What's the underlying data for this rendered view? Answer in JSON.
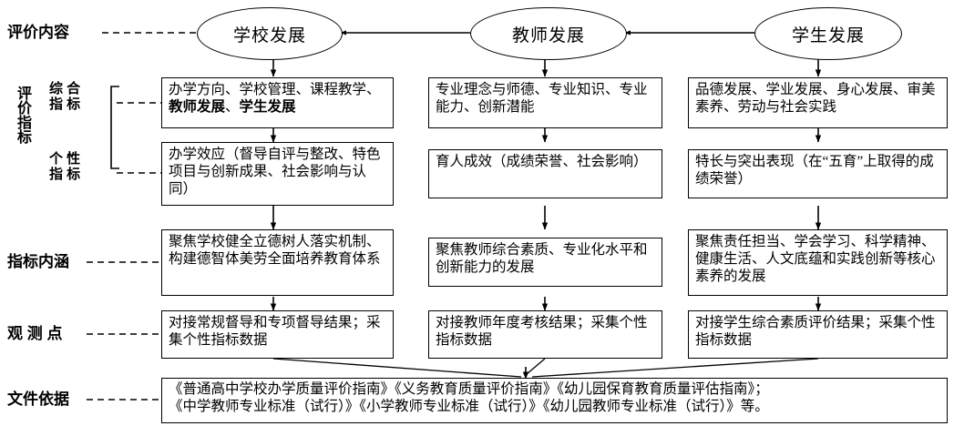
{
  "diagram": {
    "title_row_labels": {
      "content": "评价内容",
      "indicators": "评价指标",
      "indicators_comprehensive": "综合\n指标",
      "indicators_individual": "个性\n指标",
      "connotation": "指标内涵",
      "observation": "观 测 点",
      "documents": "文件依据"
    },
    "columns": [
      {
        "key": "school",
        "header": "学校发展",
        "comprehensive": "办学方向、学校管理、课程教学、",
        "comprehensive_bold_1": "教师发展",
        "comprehensive_sep": "、",
        "comprehensive_bold_2": "学生发展",
        "individual": "办学效应（督导自评与整改、特色项目与创新成果、社会影响与认同）",
        "connotation": "聚焦学校健全立德树人落实机制、构建德智体美劳全面培养教育体系",
        "observation": "对接常规督导和专项督导结果；采集个性指标数据"
      },
      {
        "key": "teacher",
        "header": "教师发展",
        "comprehensive": "专业理念与师德、专业知识、专业能力、创新潜能",
        "individual": "育人成效（成绩荣誉、社会影响）",
        "connotation": "聚焦教师综合素质、专业化水平和创新能力的发展",
        "observation": "对接教师年度考核结果；采集个性指标数据"
      },
      {
        "key": "student",
        "header": "学生发展",
        "comprehensive": "品德发展、学业发展、身心发展、审美素养、劳动与社会实践",
        "individual": "特长与突出表现（在“五育”上取得的成绩荣誉）",
        "connotation": "聚焦责任担当、学会学习、科学精神、健康生活、人文底蕴和实践创新等核心素养的发展",
        "observation": "对接学生综合素质评价结果；采集个性指标数据"
      }
    ],
    "documents_box": {
      "line1": "《普通高中学校办学质量评价指南》《义务教育质量评价指南》《幼儿园保育教育质量评估指南》；",
      "line2": "《中学教师专业标准（试行）》《小学教师专业标准（试行）》《幼儿园教师专业标准（试行）》等。"
    },
    "colors": {
      "stroke": "#000000",
      "background": "#ffffff",
      "text": "#000000"
    }
  }
}
